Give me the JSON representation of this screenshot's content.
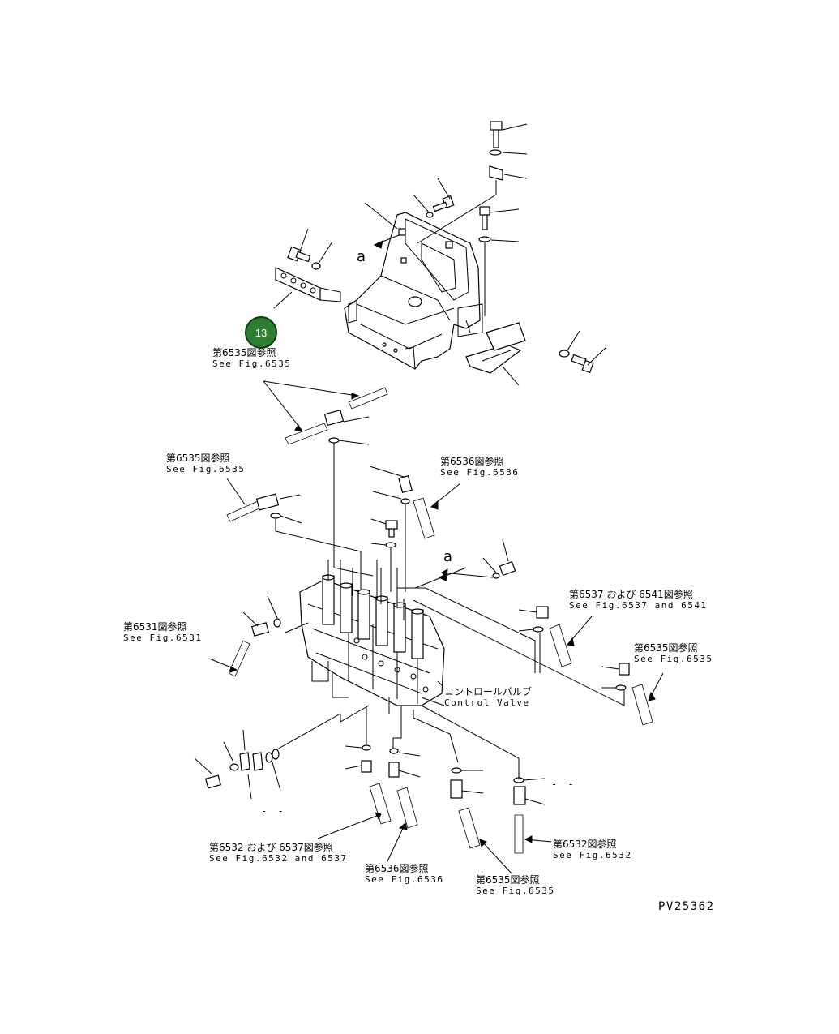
{
  "badge": {
    "number": "13",
    "color": "#2e7d32"
  },
  "drawing_id": "PV25362",
  "callout_a": "a",
  "dash_mark": "- -",
  "refs": {
    "top_6535": {
      "jp": "第6535図参照",
      "en": "See Fig.6535"
    },
    "left_6535": {
      "jp": "第6535図参照",
      "en": "See Fig.6535"
    },
    "mid_6536": {
      "jp": "第6536図参照",
      "en": "See Fig.6536"
    },
    "right_6537": {
      "jp": "第6537 および 6541図参照",
      "en": "See Fig.6537 and 6541"
    },
    "left_6531": {
      "jp": "第6531図参照",
      "en": "See Fig.6531"
    },
    "right_6535": {
      "jp": "第6535図参照",
      "en": "See Fig.6535"
    },
    "control_valve": {
      "jp": "コントロールバルブ",
      "en": "Control Valve"
    },
    "bot_6532_6537": {
      "jp": "第6532 および 6537図参照",
      "en": "See Fig.6532 and 6537"
    },
    "bot_6536": {
      "jp": "第6536図参照",
      "en": "See Fig.6536"
    },
    "bot_6535": {
      "jp": "第6535図参照",
      "en": "See Fig.6535"
    },
    "bot_6532": {
      "jp": "第6532図参照",
      "en": "See Fig.6532"
    }
  }
}
